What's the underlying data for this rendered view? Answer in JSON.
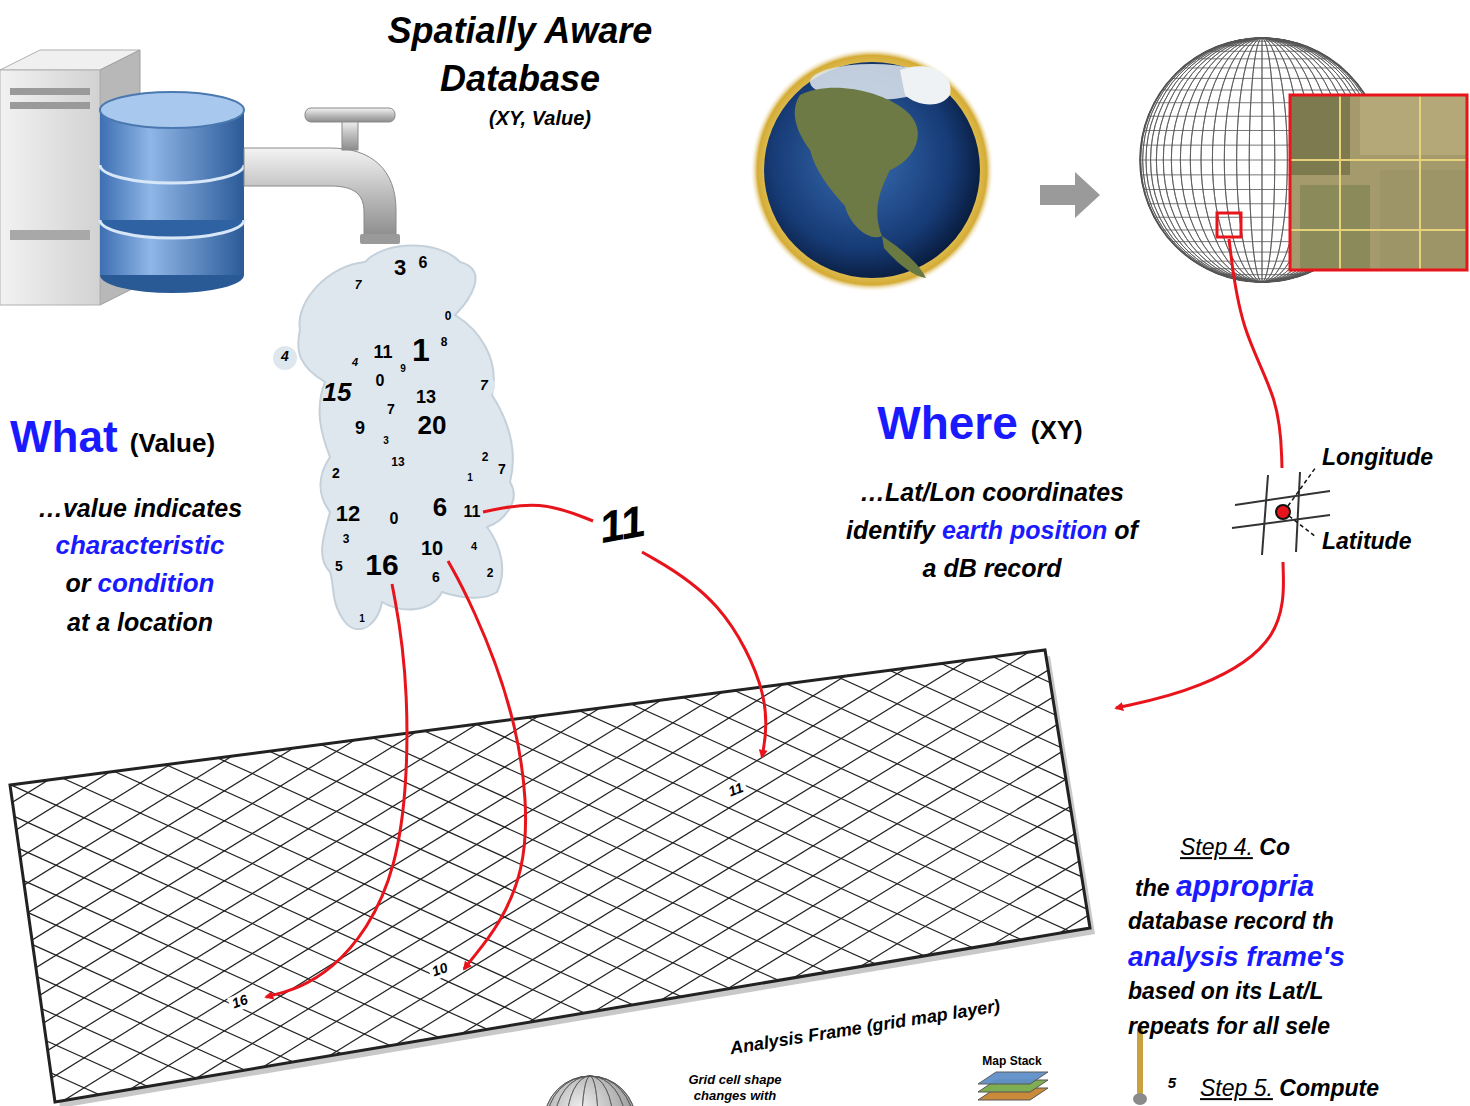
{
  "diagram": {
    "title": "Spatially Aware Database",
    "labels": [
      "(XY, Value)",
      "3",
      "6",
      "7",
      "0",
      "4",
      "4",
      "11",
      "9",
      "1",
      "8",
      "15",
      "0",
      "13",
      "7",
      "7",
      "9",
      "3",
      "20",
      "2",
      "2",
      "13",
      "1",
      "7",
      "12",
      "0",
      "6",
      "11",
      "3",
      "10",
      "4",
      "5",
      "16",
      "6",
      "2",
      "1",
      "What",
      "(Value)",
      "…value indicates",
      "characteristic",
      "or",
      "condition",
      "at a location",
      "11",
      "Where",
      "(XY)",
      "…Lat/Lon coordinates",
      "identify",
      "earth position",
      "of",
      "a dB record",
      "Longitude",
      "Latitude",
      "11",
      "16",
      "10",
      "Analysis Frame (grid map layer)",
      "Step 4.",
      "Co",
      "the",
      "appropria",
      "database record th",
      "analysis frame's",
      "based on its Lat/L",
      "repeats for all sele",
      "Grid cell shape",
      "changes with",
      "Map Stack",
      "5",
      "Step 5.",
      "Compute"
    ]
  }
}
